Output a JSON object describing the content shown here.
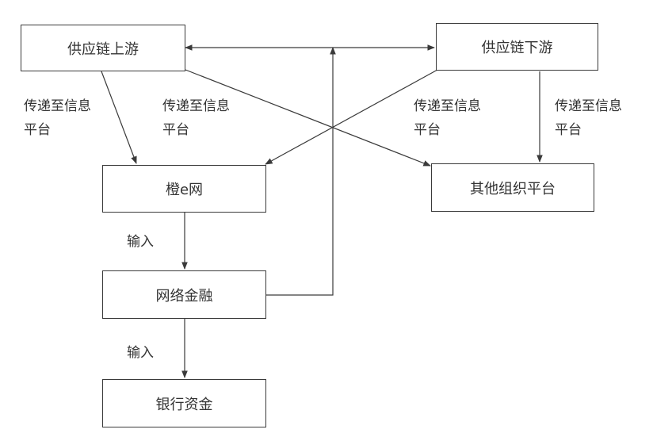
{
  "nodes": {
    "upstream": "供应链上游",
    "downstream": "供应链下游",
    "chengewang": "橙e网",
    "others": "其他组织平台",
    "network_finance": "网络金融",
    "bank_funds": "银行资金"
  },
  "edge_labels": {
    "left_outer": [
      "传递至信息",
      "平台"
    ],
    "left_inner": [
      "传递至信息",
      "平台"
    ],
    "right_inner": [
      "传递至信息",
      "平台"
    ],
    "right_outer": [
      "传递至信息",
      "平台"
    ],
    "input_1": "输入",
    "input_2": "输入"
  },
  "colors": {
    "line": "#3a3a3a",
    "text": "#333333",
    "background": "#ffffff"
  }
}
